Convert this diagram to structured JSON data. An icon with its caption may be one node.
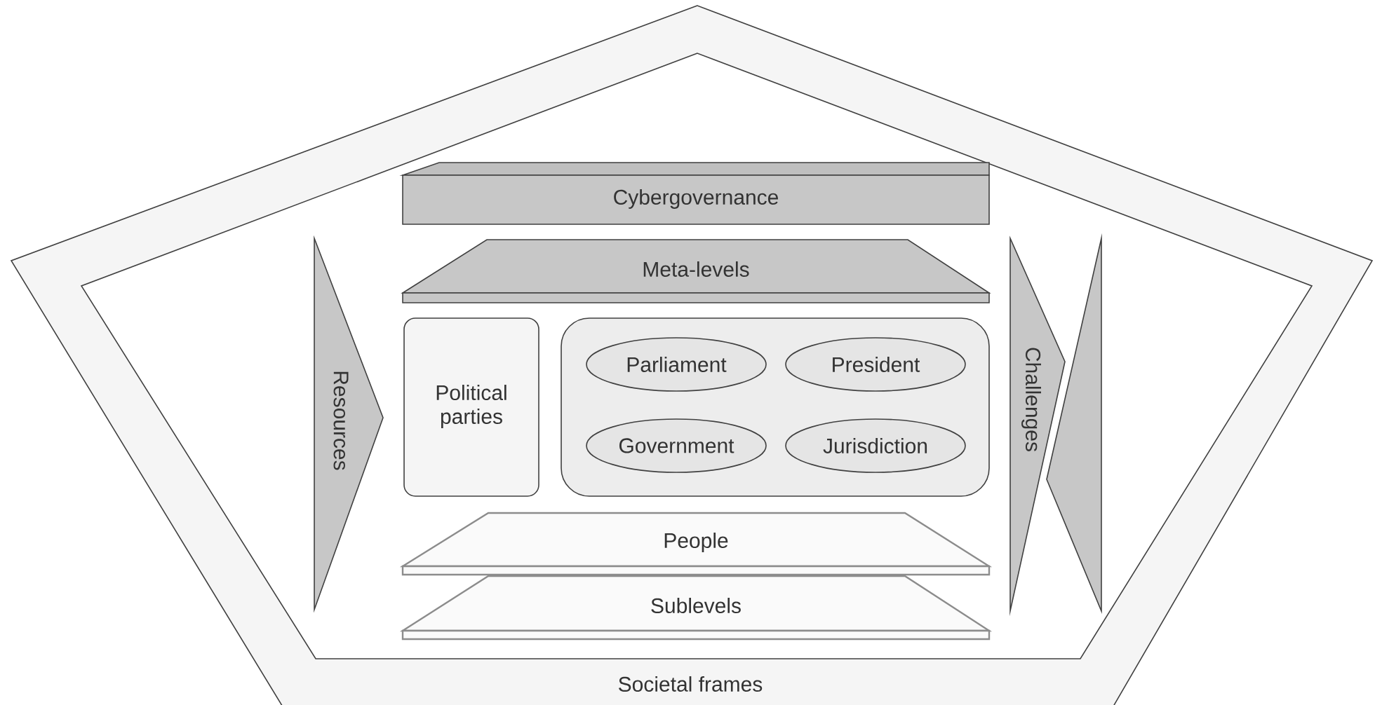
{
  "diagram": {
    "nodes": [
      {
        "text": [
          "Societal frames"
        ]
      },
      {
        "text": [
          "Cybergovernance"
        ],
        "in": 0
      },
      {
        "text": [
          "Meta-levels"
        ],
        "in": 0
      },
      {
        "text": [
          "Resources"
        ],
        "in": 0
      },
      {
        "text": [
          "Political parties"
        ],
        "in": 0
      },
      {
        "text": [],
        "shape": "box",
        "in": 0
      },
      {
        "text": [
          "Parliament"
        ],
        "in": 5
      },
      {
        "text": [
          "President"
        ],
        "in": 5
      },
      {
        "text": [
          "Government"
        ],
        "in": 5
      },
      {
        "text": [
          "Jurisdiction"
        ],
        "in": 5
      },
      {
        "text": [
          "Challenges"
        ],
        "in": 0
      },
      {
        "text": [],
        "shape": "triangle",
        "in": 0
      },
      {
        "text": [
          "People"
        ],
        "in": 0
      },
      {
        "text": [
          "Sublevels"
        ],
        "in": 0
      }
    ]
  }
}
